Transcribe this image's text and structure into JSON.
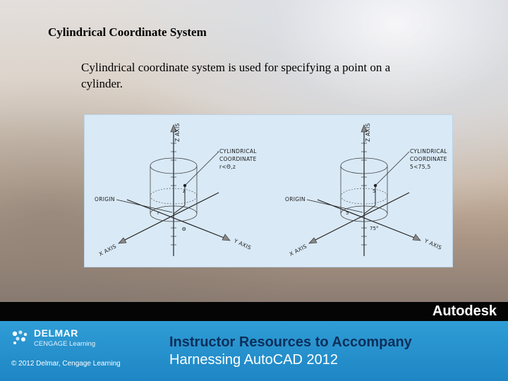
{
  "slide": {
    "title": "Cylindrical Coordinate System",
    "body": "Cylindrical coordinate system is used for specifying a point on a cylinder."
  },
  "figure": {
    "left": {
      "z_axis": "Z AXIS",
      "x_axis": "X AXIS",
      "y_axis": "Y AXIS",
      "origin": "ORIGIN",
      "callout_line1": "CYLINDRICAL",
      "callout_line2": "COORDINATE",
      "callout_line3": "r<Θ,z",
      "label_z": "z",
      "label_r": "r",
      "label_theta": "Θ"
    },
    "right": {
      "z_axis": "Z AXIS",
      "x_axis": "X AXIS",
      "y_axis": "Y AXIS",
      "origin": "ORIGIN",
      "callout_line1": "CYLINDRICAL",
      "callout_line2": "COORDINATE",
      "callout_line3": "5<75,5",
      "label_z": "5",
      "label_r": "5",
      "label_angle": "75°"
    }
  },
  "footer": {
    "brand": "Autodesk",
    "publisher_name": "DELMAR",
    "publisher_sub": "CENGAGE Learning",
    "copyright": "© 2012 Delmar, Cengage Learning",
    "title": "Instructor Resources to Accompany",
    "subtitle": "Harnessing AutoCAD 2012"
  },
  "colors": {
    "footer_blue": "#2f9dd6",
    "title_navy": "#0b2f5a",
    "bar_black": "#050505",
    "figure_bg": "#d9e9f6"
  }
}
